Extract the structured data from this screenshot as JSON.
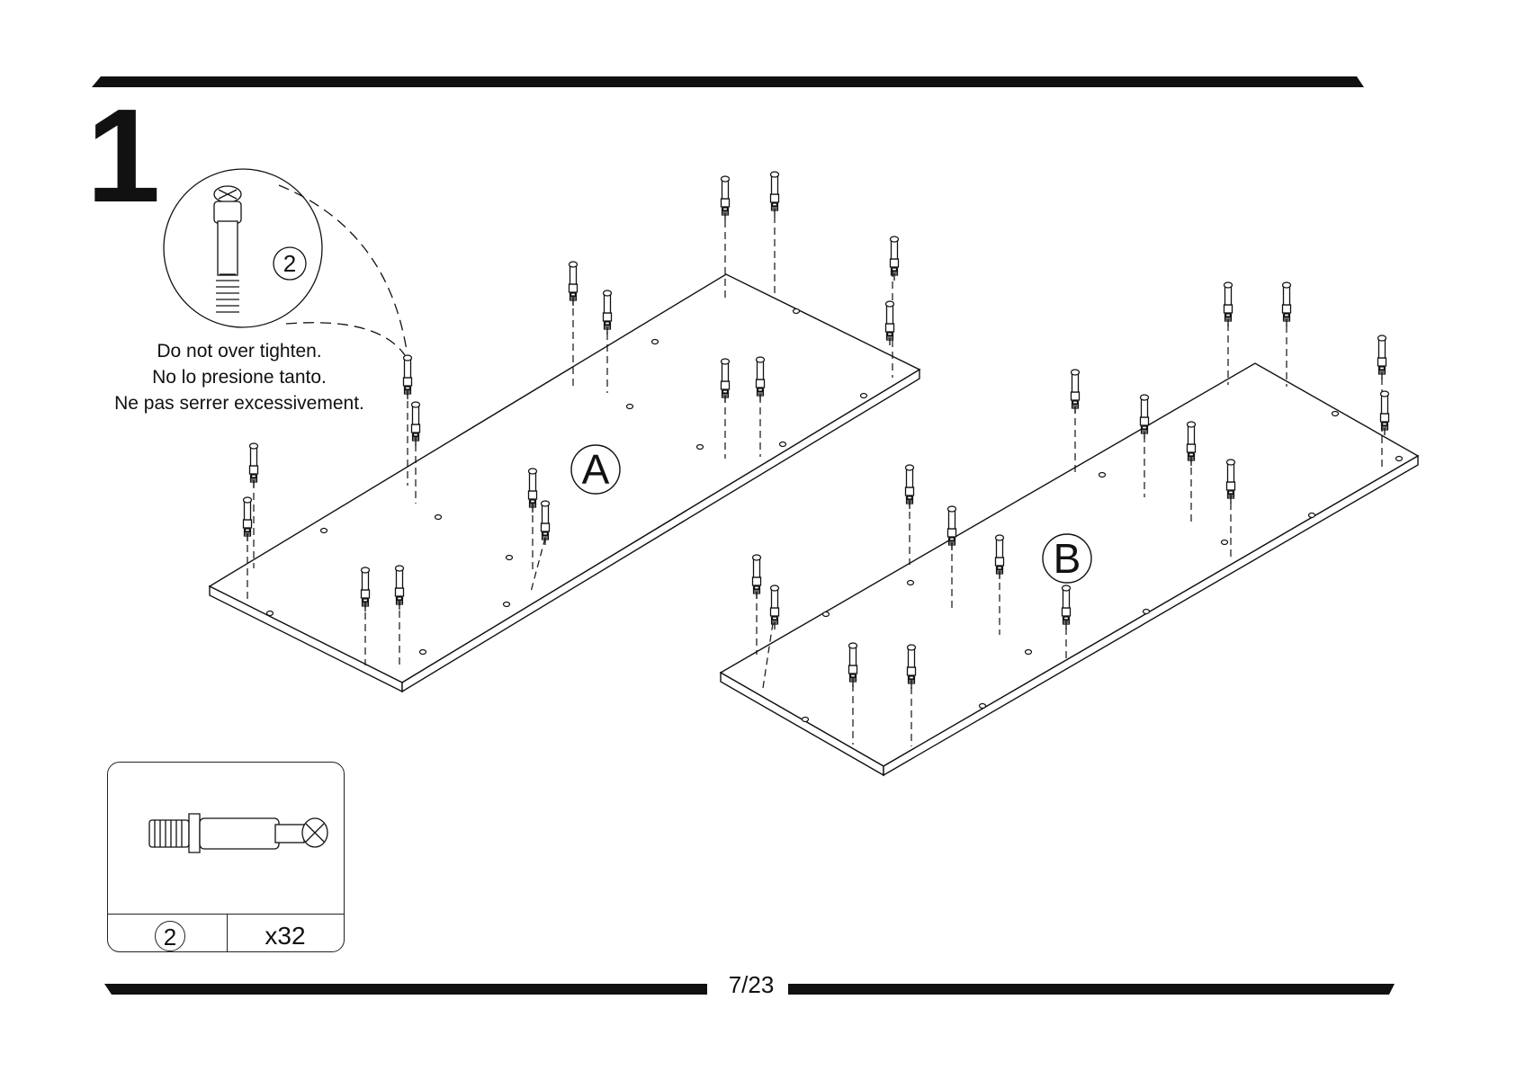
{
  "step": {
    "number": "1"
  },
  "callout": {
    "part_number": "2",
    "warnings": [
      "Do not over tighten.",
      "No lo presione tanto.",
      "Ne pas serrer excessivement."
    ]
  },
  "panels": [
    {
      "label": "A"
    },
    {
      "label": "B"
    }
  ],
  "parts": [
    {
      "number": "2",
      "quantity": "x32"
    }
  ],
  "footer": {
    "page": "7/23"
  },
  "icons": {
    "part": "cam-bolt-icon",
    "callout": "magnifier-detail-icon"
  }
}
